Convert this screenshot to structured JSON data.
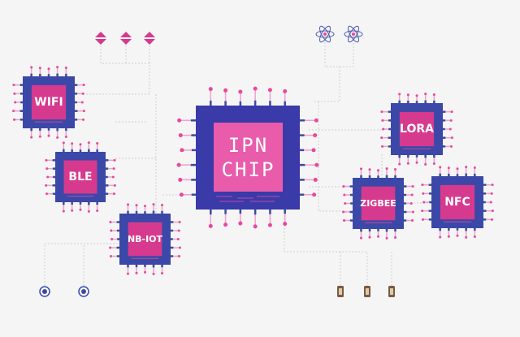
{
  "colors": {
    "background": "#f5f5f5",
    "chip_blue": "#3b48a8",
    "chip_pink": "#d63a8e",
    "main_pink": "#e95cab",
    "pin_pink": "#e8489a",
    "line": "#cfcfcf",
    "node_blue": "#3b48a8",
    "node_brown": "#7a5a44"
  },
  "main_chip": {
    "label": "IPN CHIP"
  },
  "chips": [
    {
      "id": "wifi",
      "label": "WIFI"
    },
    {
      "id": "ble",
      "label": "BLE"
    },
    {
      "id": "nb-iot",
      "label": "NB-IOT"
    },
    {
      "id": "lora",
      "label": "LORA"
    },
    {
      "id": "zigbee",
      "label": "ZIGBEE"
    },
    {
      "id": "nfc",
      "label": "NFC"
    }
  ],
  "icons": {
    "top_left": "diamond-icon",
    "top_right": "atom-icon",
    "bottom_left": "radio-node-icon",
    "bottom_right": "component-icon"
  }
}
